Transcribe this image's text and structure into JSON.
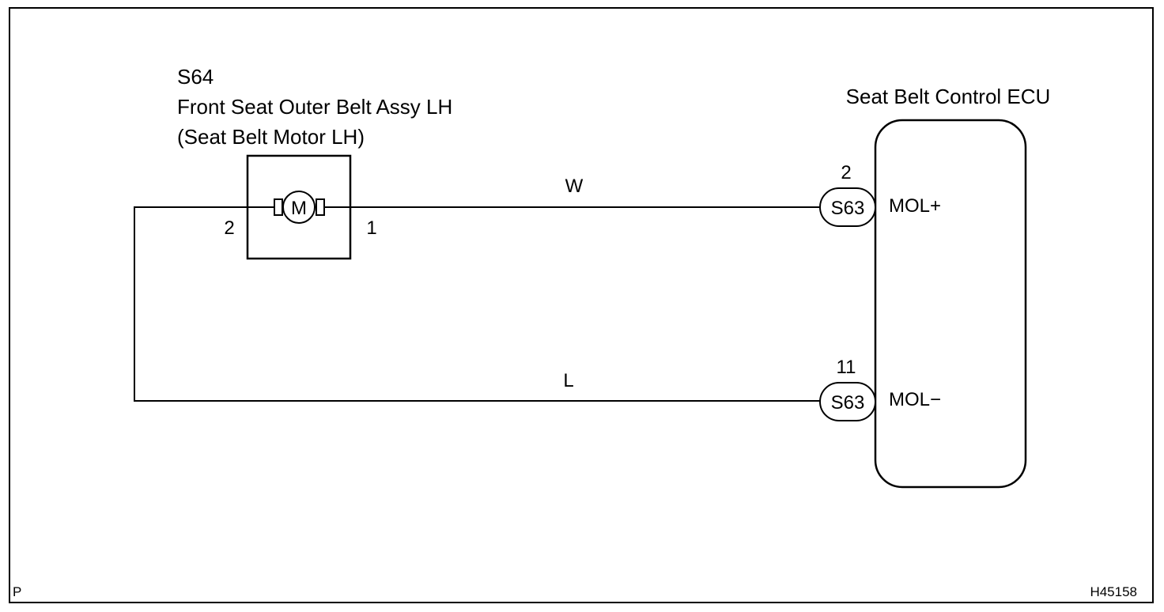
{
  "motor": {
    "connector_id": "S64",
    "name": "Front Seat Outer Belt Assy LH",
    "subname": "(Seat Belt Motor LH)",
    "symbol": "M",
    "pin_left": "2",
    "pin_right": "1"
  },
  "ecu": {
    "name": "Seat Belt Control ECU",
    "terminals": [
      {
        "pin": "2",
        "connector": "S63",
        "signal": "MOL+"
      },
      {
        "pin": "11",
        "connector": "S63",
        "signal": "MOL−"
      }
    ]
  },
  "wires": {
    "upper_color": "W",
    "lower_color": "L"
  },
  "footer": {
    "left_mark": "P",
    "figure_code": "H45158"
  }
}
